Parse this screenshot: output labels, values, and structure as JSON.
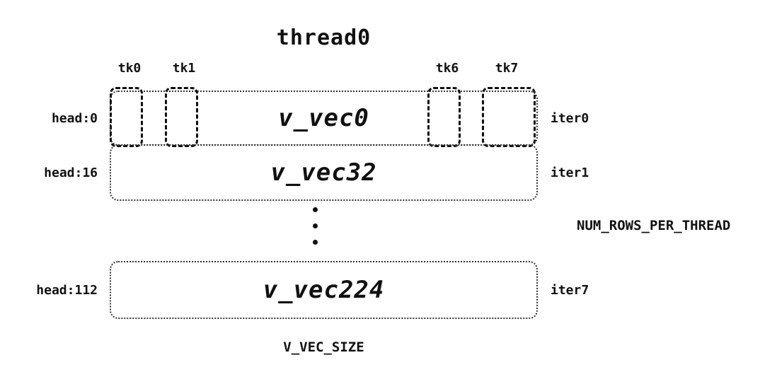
{
  "diagram": {
    "title": "thread0",
    "tk_labels": [
      "tk0",
      "tk1",
      "tk6",
      "tk7"
    ],
    "rows": [
      {
        "head": "head:0",
        "vec": "v_vec0",
        "iter": "iter0"
      },
      {
        "head": "head:16",
        "vec": "v_vec32",
        "iter": "iter1"
      },
      {
        "head": "head:112",
        "vec": "v_vec224",
        "iter": "iter7"
      }
    ],
    "ellipsis_icon": "vertical-ellipsis",
    "annotations": {
      "num_rows_per_thread": "NUM_ROWS_PER_THREAD",
      "v_vec_size": "V_VEC_SIZE"
    }
  }
}
